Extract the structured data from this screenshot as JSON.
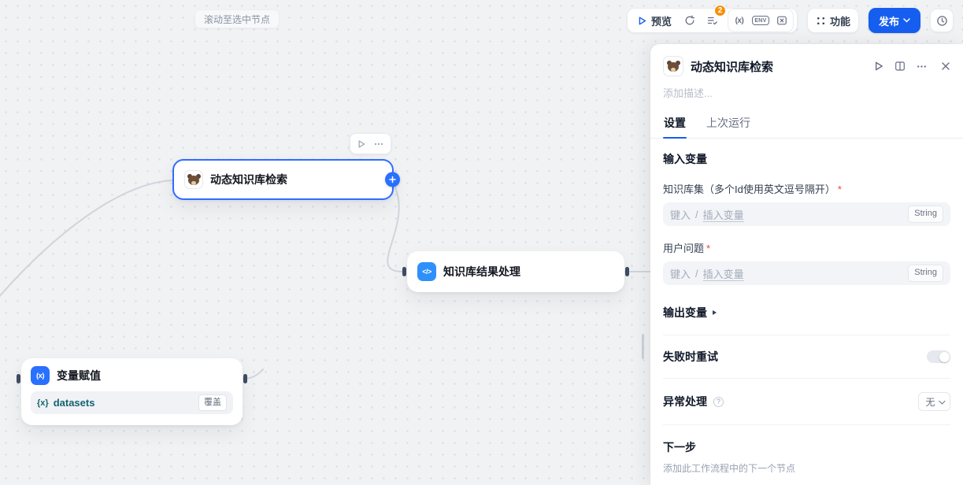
{
  "tooltip": "滚动至选中节点",
  "topbar": {
    "preview": "预览",
    "checklist_badge": "2",
    "variables_glyph": "(x)",
    "env": "ENV",
    "features": "功能",
    "publish": "发布"
  },
  "canvas": {
    "retrieval_node": {
      "title": "动态知识库检索"
    },
    "code_node": {
      "icon_glyph": "</>",
      "title": "知识库结果处理"
    },
    "assigner_node": {
      "icon_glyph": "(x)",
      "title": "变量赋值",
      "variable_icon_glyph": "{x}",
      "variable": "datasets",
      "badge": "覆盖"
    }
  },
  "panel": {
    "title": "动态知识库检索",
    "description_placeholder": "添加描述...",
    "tabs": {
      "settings": "设置",
      "last_run": "上次运行"
    },
    "input_vars_title": "输入变量",
    "fields": [
      {
        "label": "知识库集（多个Id使用英文逗号隔开）",
        "required": "*",
        "type": "String"
      },
      {
        "label": "用户问题",
        "required": "*",
        "type": "String"
      }
    ],
    "input_placeholder": {
      "type_text": "键入",
      "separator": "/",
      "insert_text": "插入变量"
    },
    "output_vars_title": "输出变量",
    "retry_title": "失败时重试",
    "error_title": "异常处理",
    "error_value": "无",
    "next_title": "下一步",
    "next_hint": "添加此工作流程中的下一个节点"
  }
}
